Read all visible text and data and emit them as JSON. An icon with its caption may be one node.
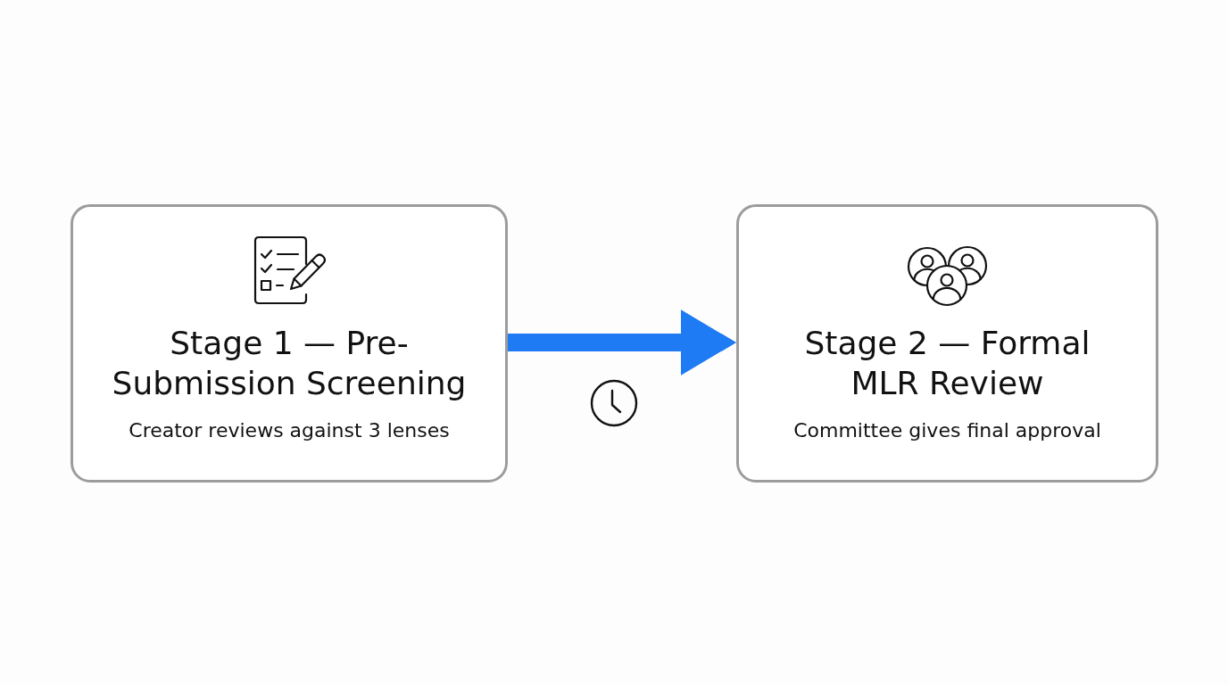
{
  "diagram": {
    "nodes": [
      {
        "text": [
          "Stage 1 — Pre-Submission Screening",
          "Creator reviews against 3 lenses"
        ]
      },
      {
        "text": [
          "Stage 2 — Formal MLR Review",
          "Committee gives final approval"
        ]
      }
    ],
    "edges": [
      {
        "from": 0,
        "to": 1,
        "arrow": "to",
        "color": "#1f7bf4"
      }
    ]
  }
}
